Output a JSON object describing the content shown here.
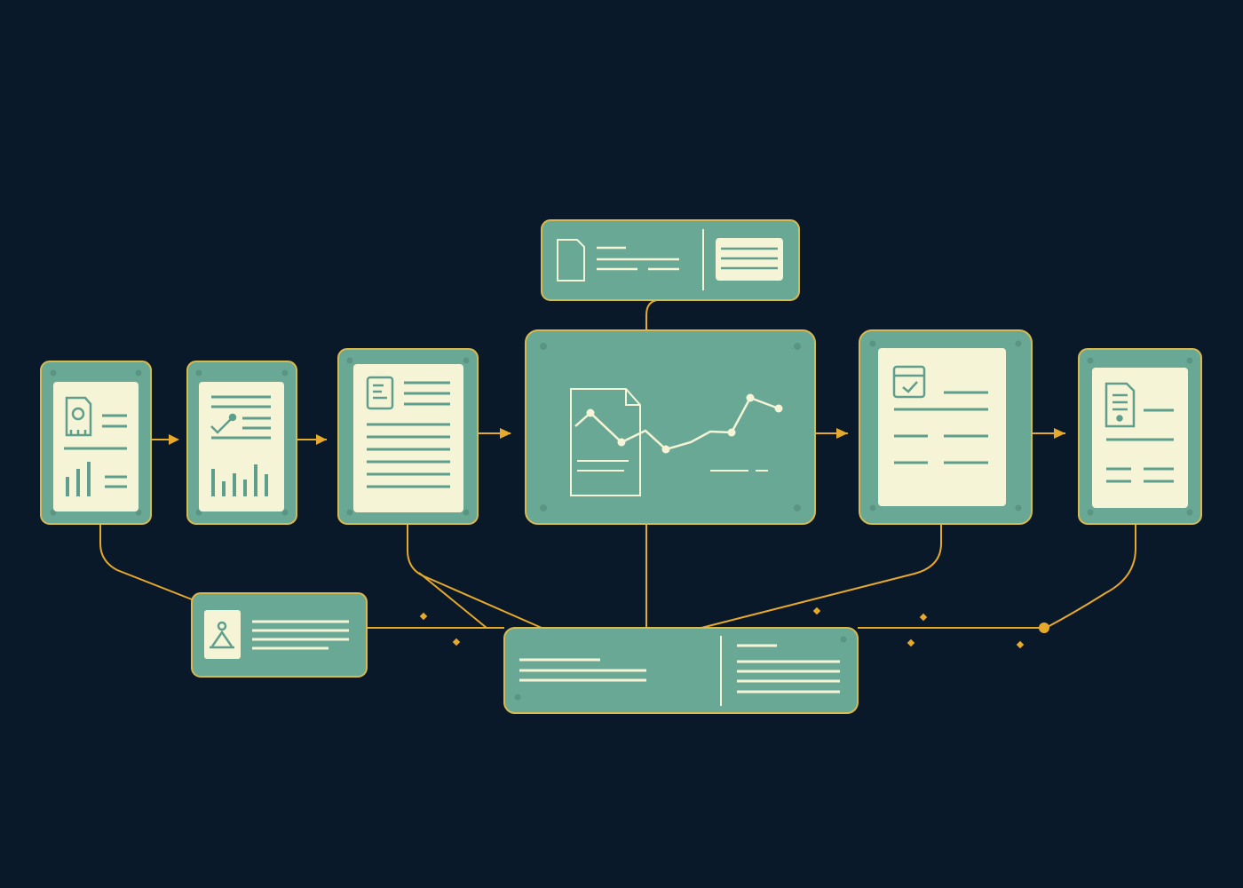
{
  "colors": {
    "background": "#0a1929",
    "card_fill": "#6aa896",
    "card_border": "#d8b94e",
    "paper": "#f6f4d6",
    "ink": "#5f9e8c",
    "connector": "#e7a92c",
    "chart_line": "#f6f4d6"
  },
  "diagram": {
    "title": "",
    "cards": [
      {
        "id": "source-document",
        "icon": "id-badge-icon"
      },
      {
        "id": "validation-report",
        "icon": "check-chart-icon"
      },
      {
        "id": "text-document",
        "icon": "document-icon"
      },
      {
        "id": "analytics-dashboard",
        "icon": "line-chart-icon"
      },
      {
        "id": "approved-document",
        "icon": "checkbox-icon"
      },
      {
        "id": "output-document",
        "icon": "badge-icon"
      },
      {
        "id": "summary-header",
        "icon": "file-icon"
      },
      {
        "id": "profile-card",
        "icon": "user-icon"
      },
      {
        "id": "combined-output",
        "icon": "text-block-icon"
      }
    ],
    "flow_order": [
      "source-document",
      "validation-report",
      "text-document",
      "analytics-dashboard",
      "approved-document",
      "output-document"
    ]
  }
}
